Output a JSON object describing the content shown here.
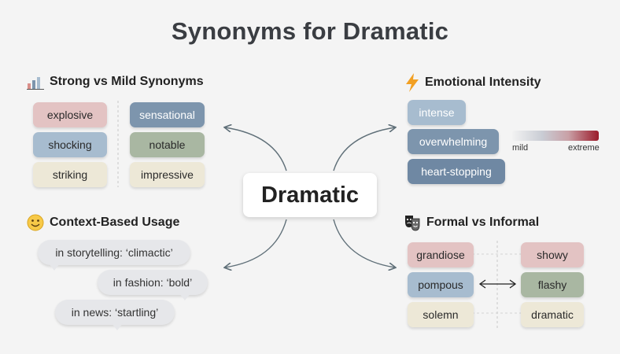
{
  "title": "Synonyms for Dramatic",
  "center": "Dramatic",
  "strong_vs_mild": {
    "heading": "Strong vs Mild Synonyms",
    "icon": "bar-chart-icon",
    "left": [
      "explosive",
      "shocking",
      "striking"
    ],
    "right": [
      "sensational",
      "notable",
      "impressive"
    ]
  },
  "emotional_intensity": {
    "heading": "Emotional Intensity",
    "icon": "lightning-icon",
    "items": [
      "intense",
      "overwhelming",
      "heart-stopping"
    ],
    "scale_low": "mild",
    "scale_high": "extreme"
  },
  "context_usage": {
    "heading": "Context-Based Usage",
    "icon": "smiley-icon",
    "items": [
      "in storytelling: ‘climactic’",
      "in fashion: ‘bold’",
      "in news: ‘startling’"
    ]
  },
  "formal_vs_informal": {
    "heading": "Formal vs Informal",
    "icon": "theater-masks-icon",
    "left": [
      "grandiose",
      "pompous",
      "solemn"
    ],
    "right": [
      "showy",
      "flashy",
      "dramatic"
    ]
  },
  "colors": {
    "rose": "#e3c3c3",
    "slate_blue": "#7d95ad",
    "light_blue": "#a7bccf",
    "sage": "#a9b7a2",
    "cream": "#ede8d7",
    "bubble": "#e6e7ea",
    "connector": "#5f6f78",
    "accent_orange": "#f2a023"
  }
}
